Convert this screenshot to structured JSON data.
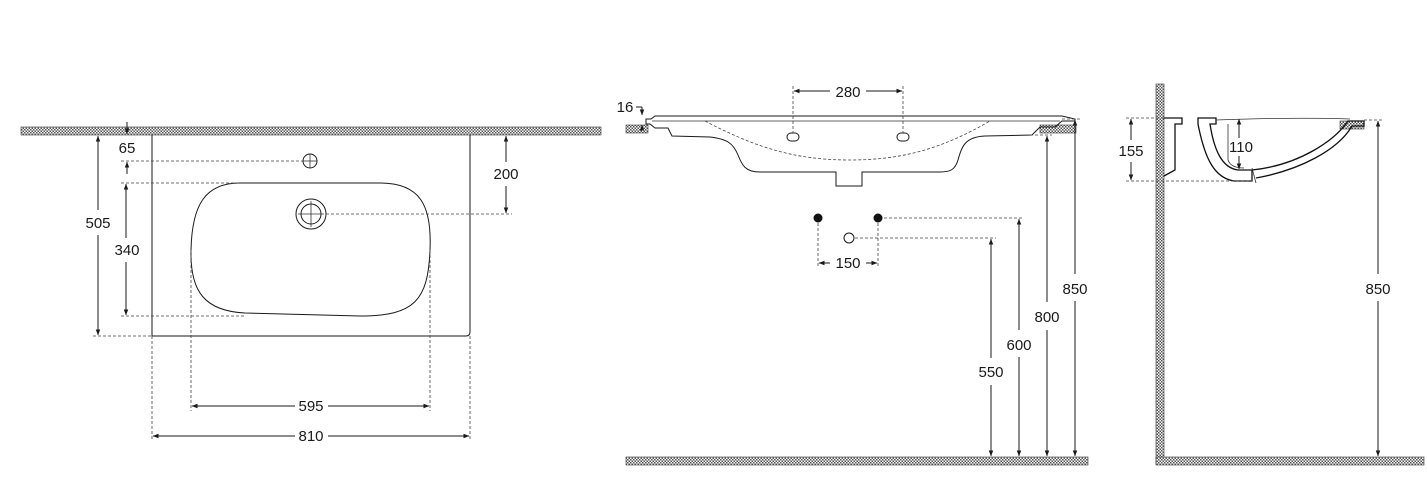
{
  "colors": {
    "line": "#1a1a1a",
    "hatch": "#666666",
    "background": "#ffffff"
  },
  "plan_view": {
    "width_label": "810",
    "bowl_width_label": "595",
    "depth_label": "505",
    "bowl_depth_label": "340",
    "tap_hole_offset_label": "65",
    "drain_offset_label": "200"
  },
  "front_view": {
    "fixing_distance_label": "280",
    "rim_thickness_label": "16",
    "supply_spacing_label": "150",
    "waste_height_label": "550",
    "supply_height_label": "600",
    "basin_bottom_height_label": "800",
    "rim_height_label": "850"
  },
  "side_view": {
    "depth_label": "155",
    "bowl_depth_label": "110",
    "rim_height_label": "850"
  }
}
